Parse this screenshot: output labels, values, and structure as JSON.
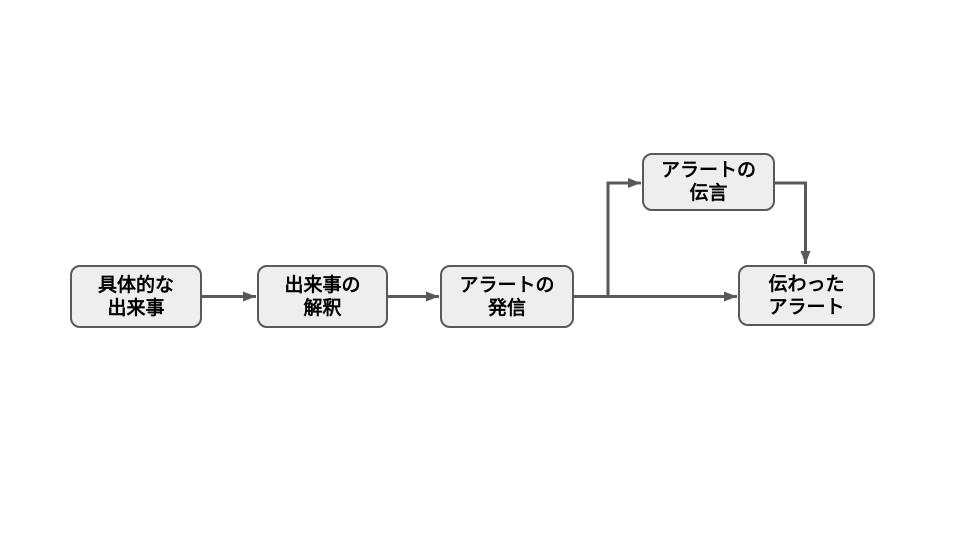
{
  "diagram": {
    "type": "flowchart",
    "background_color": "#ffffff",
    "node_fill_color": "#eeeeee",
    "node_border_color": "#595959",
    "connector_color": "#595959",
    "text_color": "#000000",
    "nodes": {
      "concrete_event": {
        "line1": "具体的な",
        "line2": "出来事",
        "label": "具体的な出来事"
      },
      "event_interpretation": {
        "line1": "出来事の",
        "line2": "解釈",
        "label": "出来事の解釈"
      },
      "alert_sending": {
        "line1": "アラートの",
        "line2": "発信",
        "label": "アラートの発信"
      },
      "alert_relay": {
        "line1": "アラートの",
        "line2": "伝言",
        "label": "アラートの伝言"
      },
      "received_alert": {
        "line1": "伝わった",
        "line2": "アラート",
        "label": "伝わったアラート"
      }
    },
    "edges": [
      {
        "from": "concrete_event",
        "to": "event_interpretation"
      },
      {
        "from": "event_interpretation",
        "to": "alert_sending"
      },
      {
        "from": "alert_sending",
        "to": "received_alert"
      },
      {
        "from": "alert_sending",
        "to": "alert_relay"
      },
      {
        "from": "alert_relay",
        "to": "received_alert"
      }
    ]
  }
}
